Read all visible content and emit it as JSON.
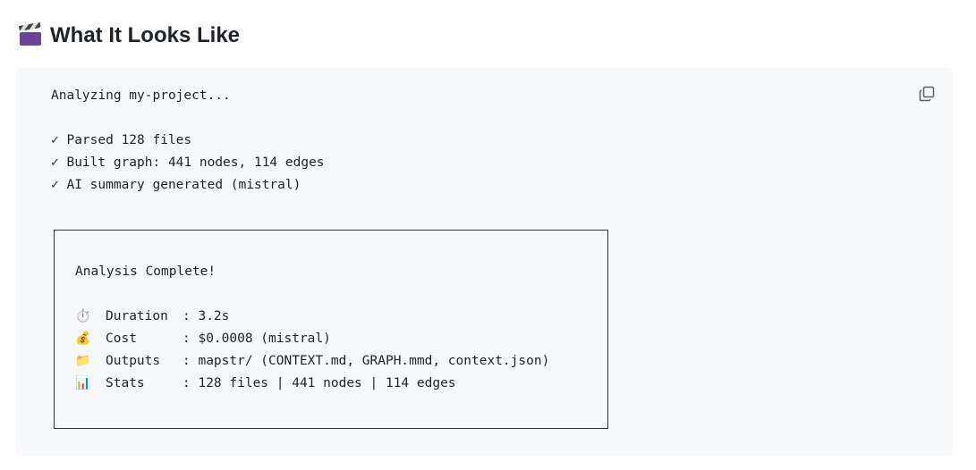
{
  "heading": {
    "icon": "clapper-board-icon",
    "title": "What It Looks Like"
  },
  "code": {
    "copy_icon": "copy-icon",
    "lines": [
      "Analyzing my-project...",
      "✓ Parsed 128 files",
      "✓ Built graph: 441 nodes, 114 edges",
      "✓ AI summary generated (mistral)"
    ],
    "box": {
      "title": "Analysis Complete!",
      "rows": [
        {
          "icon": "⏱️",
          "label": "Duration",
          "value": ": 3.2s"
        },
        {
          "icon": "💰",
          "label": "Cost",
          "value": ": $0.0008 (mistral)"
        },
        {
          "icon": "📁",
          "label": "Outputs",
          "value": ": mapstr/ (CONTEXT.md, GRAPH.mmd, context.json)"
        },
        {
          "icon": "📊",
          "label": "Stats",
          "value": ": 128 files | 441 nodes | 114 edges"
        }
      ]
    }
  }
}
